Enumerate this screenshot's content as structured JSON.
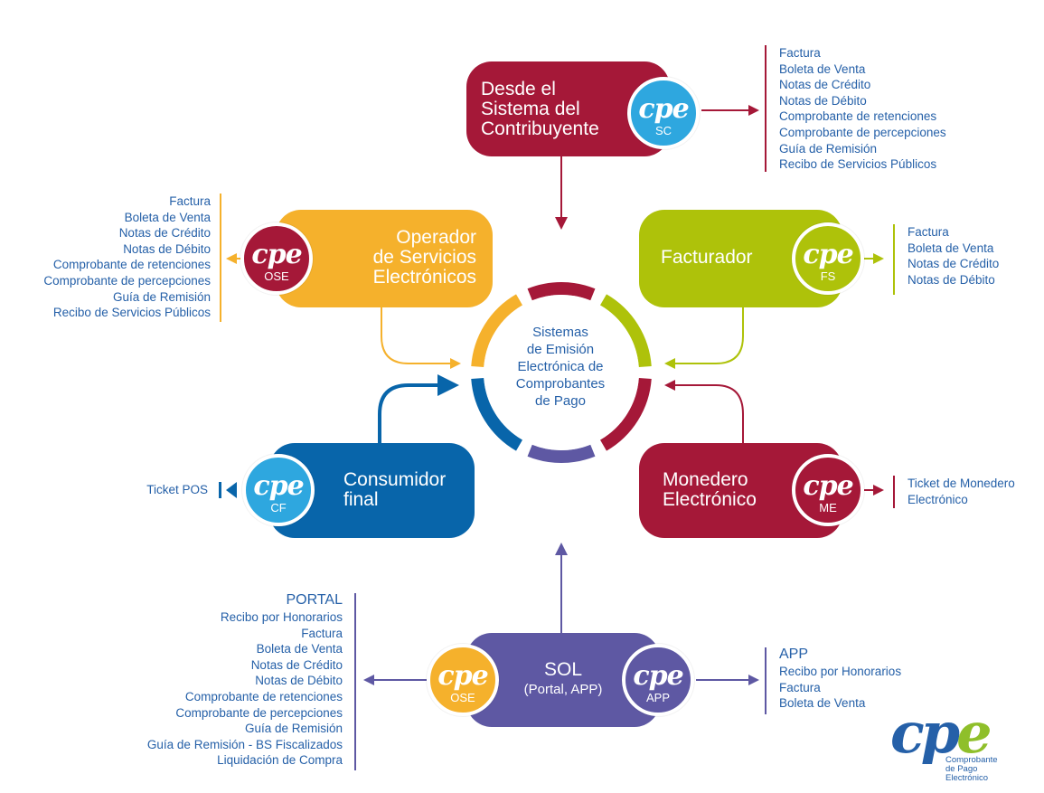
{
  "colors": {
    "crimson": "#a51838",
    "orange": "#f5b12c",
    "lime": "#aec20a",
    "blue": "#0865aa",
    "purple": "#5e58a3",
    "cyan": "#2ea7df",
    "text": "#2560a8"
  },
  "center": {
    "title": [
      "Sistemas",
      "de Emisión",
      "Electrónica de",
      "Comprobantes",
      "de Pago"
    ]
  },
  "nodes": {
    "sc": {
      "label": [
        "Desde el",
        "Sistema del",
        "Contribuyente"
      ],
      "badge_logo": "cpe",
      "badge_code": "SC",
      "docs": [
        "Factura",
        "Boleta de Venta",
        "Notas de Crédito",
        "Notas de Débito",
        "Comprobante de retenciones",
        "Comprobante de percepciones",
        "Guía de Remisión",
        "Recibo de Servicios Públicos"
      ]
    },
    "ose": {
      "label": [
        "Operador",
        "de Servicios",
        "Electrónicos"
      ],
      "badge_logo": "cpe",
      "badge_code": "OSE",
      "docs": [
        "Factura",
        "Boleta de Venta",
        "Notas de Crédito",
        "Notas de Débito",
        "Comprobante de retenciones",
        "Comprobante de percepciones",
        "Guía de Remisión",
        "Recibo de Servicios Públicos"
      ]
    },
    "fs": {
      "label": [
        "Facturador"
      ],
      "badge_logo": "cpe",
      "badge_code": "FS",
      "docs": [
        "Factura",
        "Boleta de Venta",
        "Notas de Crédito",
        "Notas de Débito"
      ]
    },
    "cf": {
      "label": [
        "Consumidor",
        "final"
      ],
      "badge_logo": "cpe",
      "badge_code": "CF",
      "docs": [
        "Ticket POS"
      ]
    },
    "me": {
      "label": [
        "Monedero",
        "Electrónico"
      ],
      "badge_logo": "cpe",
      "badge_code": "ME",
      "docs": [
        "Ticket de Monedero",
        "Electrónico"
      ]
    },
    "sol": {
      "label": [
        "SOL",
        "(Portal, APP)"
      ],
      "badge_left_logo": "cpe",
      "badge_left_code": "OSE",
      "badge_right_logo": "cpe",
      "badge_right_code": "APP",
      "portal_title": "PORTAL",
      "portal_docs": [
        "Recibo por Honorarios",
        "Factura",
        "Boleta de Venta",
        "Notas de Crédito",
        "Notas de Débito",
        "Comprobante de retenciones",
        "Comprobante de percepciones",
        "Guía de Remisión",
        "Guía de Remisión - BS Fiscalizados",
        "Liquidación de Compra"
      ],
      "app_title": "APP",
      "app_docs": [
        "Recibo por Honorarios",
        "Factura",
        "Boleta de Venta"
      ]
    }
  },
  "brand": {
    "logo_c": "cp",
    "logo_e": "e",
    "caption": [
      "Comprobante",
      "de Pago",
      "Electrónico"
    ]
  }
}
